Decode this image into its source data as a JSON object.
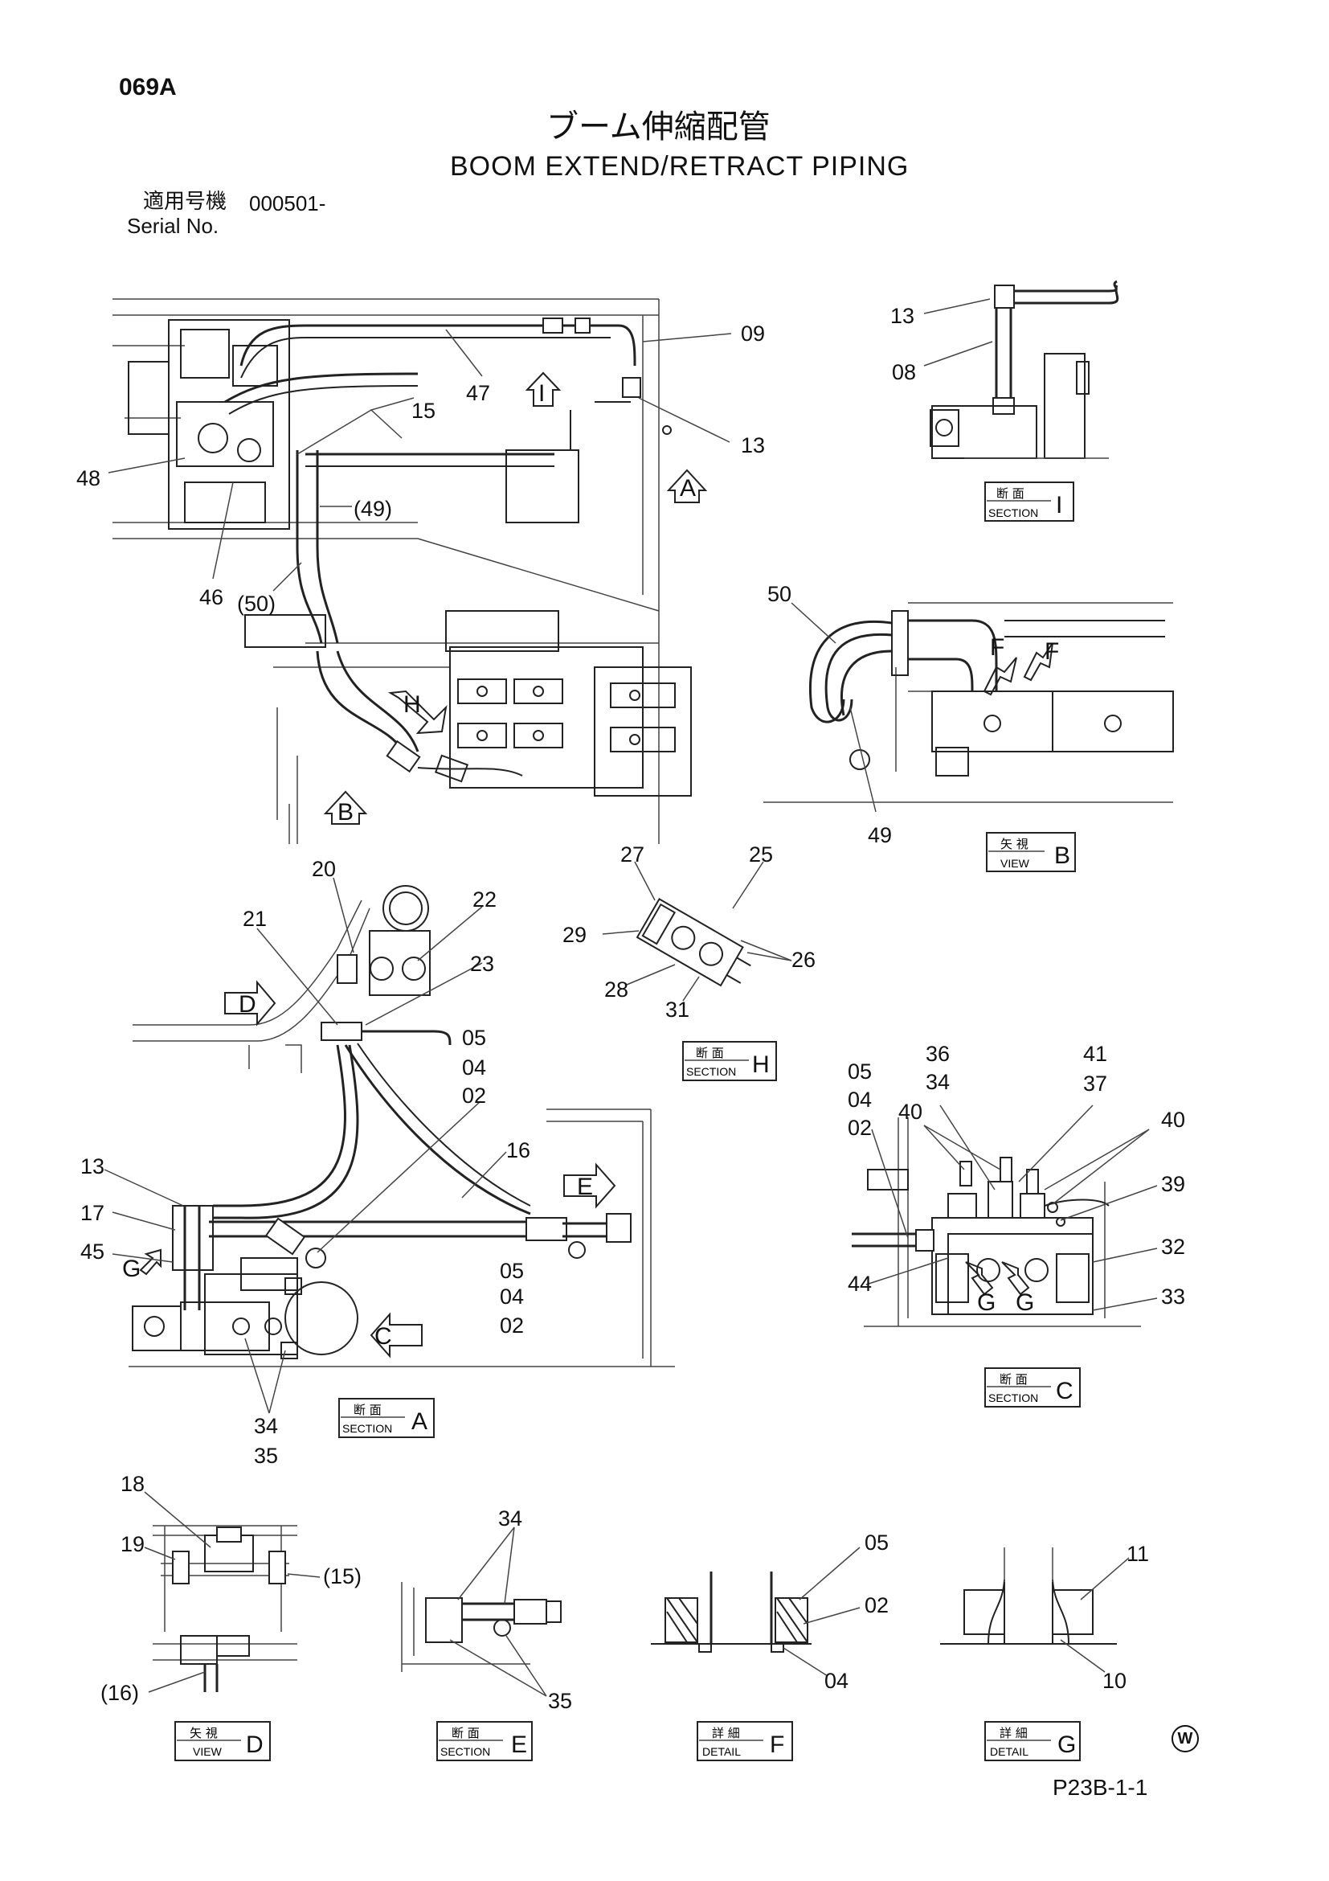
{
  "header": {
    "page_code": "069A",
    "title_jp": "ブーム伸縮配管",
    "title_en": "BOOM EXTEND/RETRACT PIPING",
    "serial_jp": "適用号機",
    "serial_no": "000501-",
    "serial_en": "Serial No."
  },
  "footer": {
    "ref_code": "P23B-1-1",
    "mark": "W"
  },
  "view_arrows": {
    "I": "I",
    "A": "A",
    "B": "B",
    "H": "H",
    "D": "D",
    "E": "E",
    "C": "C",
    "F": "F",
    "G": "G"
  },
  "frames": {
    "sec_I": {
      "jp": "断 面",
      "en": "SECTION",
      "letter": "I"
    },
    "view_B": {
      "jp": "矢 視",
      "en": "VIEW",
      "letter": "B"
    },
    "sec_H": {
      "jp": "断 面",
      "en": "SECTION",
      "letter": "H"
    },
    "sec_C": {
      "jp": "断 面",
      "en": "SECTION",
      "letter": "C"
    },
    "sec_A": {
      "jp": "断 面",
      "en": "SECTION",
      "letter": "A"
    },
    "view_D": {
      "jp": "矢 視",
      "en": "VIEW",
      "letter": "D"
    },
    "sec_E": {
      "jp": "断 面",
      "en": "SECTION",
      "letter": "E"
    },
    "det_F": {
      "jp": "詳 細",
      "en": "DETAIL",
      "letter": "F"
    },
    "det_G": {
      "jp": "詳 細",
      "en": "DETAIL",
      "letter": "G"
    }
  },
  "callouts": {
    "main": [
      "09",
      "47",
      "15",
      "13",
      "48",
      "(49)",
      "46",
      "(50)"
    ],
    "sec_I": [
      "13",
      "08"
    ],
    "view_B": [
      "50",
      "49"
    ],
    "sec_H": [
      "27",
      "25",
      "29",
      "26",
      "28",
      "31"
    ],
    "sec_A": [
      "20",
      "22",
      "21",
      "23",
      "05",
      "04",
      "02",
      "16",
      "13",
      "17",
      "45",
      "05",
      "04",
      "02",
      "34",
      "35"
    ],
    "sec_C": [
      "36",
      "34",
      "05",
      "04",
      "02",
      "41",
      "37",
      "40",
      "40",
      "39",
      "32",
      "44",
      "33"
    ],
    "view_D": [
      "18",
      "19",
      "(15)",
      "(16)"
    ],
    "sec_E": [
      "34",
      "35"
    ],
    "det_F": [
      "05",
      "02",
      "04"
    ],
    "det_G": [
      "11",
      "10"
    ]
  }
}
